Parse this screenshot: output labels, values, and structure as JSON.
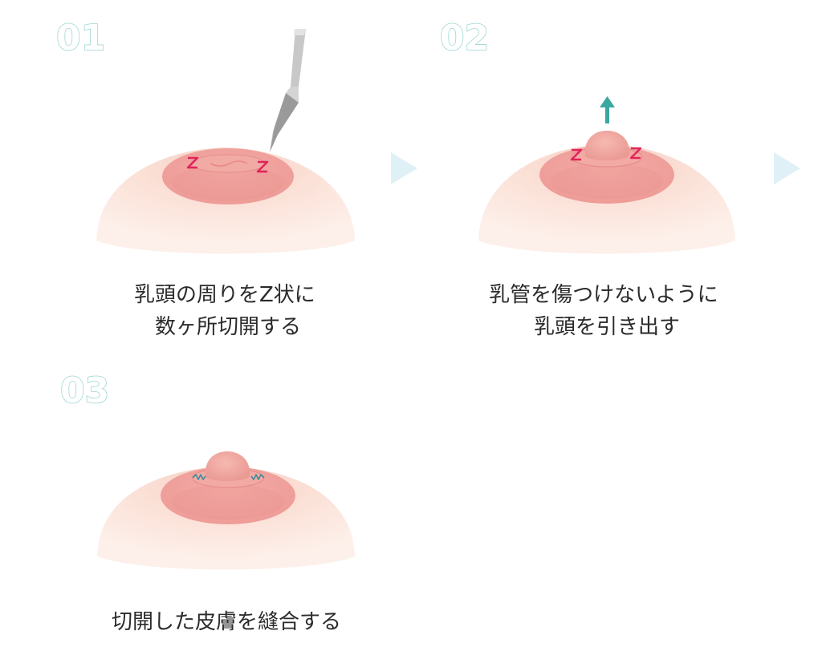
{
  "steps": [
    {
      "number": "01",
      "caption_lines": [
        "乳頭の周りをZ状に",
        "数ヶ所切開する"
      ]
    },
    {
      "number": "02",
      "caption_lines": [
        "乳管を傷つけないように",
        "乳頭を引き出す"
      ]
    },
    {
      "number": "03",
      "caption_lines": [
        "切開した皮膚を縫合する"
      ]
    }
  ],
  "colors": {
    "number_outline": "#9fd6d4",
    "next_arrow": "#dff1f6",
    "up_arrow": "#3aa8a0",
    "breast_skin": "#fde7dc",
    "areola": "#f3a5a1",
    "nipple": "#f1a8a2",
    "incision_mark": "#e0245a",
    "suture": "#3a8f9a",
    "scalpel_blade": "#9a9a9a"
  },
  "icons": [
    "next-arrow-icon",
    "scalpel-icon",
    "up-arrow-icon",
    "z-incision-icon",
    "suture-icon"
  ]
}
